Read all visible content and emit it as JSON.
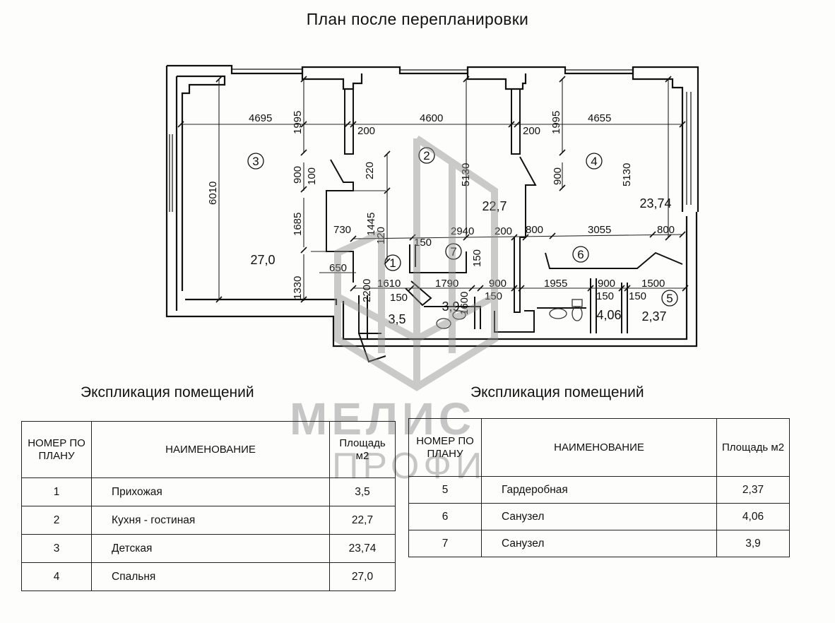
{
  "title": "План после перепланировки",
  "plan": {
    "rooms": [
      {
        "num": "3",
        "area": "27,0"
      },
      {
        "num": "2",
        "area": "22,7"
      },
      {
        "num": "4",
        "area": "23,74"
      },
      {
        "num": "1",
        "area": "3,5"
      },
      {
        "num": "7",
        "area": "3,9"
      },
      {
        "num": "6",
        "area": "4,06"
      },
      {
        "num": "5",
        "area": "2,37"
      }
    ],
    "dims": {
      "d4695": "4695",
      "d1995a": "1995",
      "d200a": "200",
      "d4600": "4600",
      "d200b": "200",
      "d1995b": "1995",
      "d4655": "4655",
      "d6010": "6010",
      "d900a": "900",
      "d100": "100",
      "d220": "220",
      "d5130a": "5130",
      "d900b": "900",
      "d5130b": "5130",
      "d1685": "1685",
      "d730": "730",
      "d1445": "1445",
      "d120": "120",
      "d2940": "2940",
      "d200c": "200",
      "d800a": "800",
      "d3055": "3055",
      "d800b": "800",
      "d150a": "150",
      "d150b": "150",
      "d650": "650",
      "d1330": "1330",
      "d2200": "2200",
      "d1610": "1610",
      "d1790": "1790",
      "d900c": "900",
      "d1955": "1955",
      "d900d": "900",
      "d1500": "1500",
      "d150c": "150",
      "d1600": "1600",
      "d150d": "150",
      "d150e": "150",
      "d150f": "150"
    }
  },
  "watermark": {
    "line1": "МЕЛИС",
    "line2": "ПРОФИ"
  },
  "explication_left": {
    "title": "Экспликация помещений",
    "headers": {
      "num": "НОМЕР ПО ПЛАНУ",
      "name": "НАИМЕНОВАНИЕ",
      "area": "Площадь м2"
    },
    "rows": [
      {
        "num": "1",
        "name": "Прихожая",
        "area": "3,5"
      },
      {
        "num": "2",
        "name": "Кухня - гостиная",
        "area": "22,7"
      },
      {
        "num": "3",
        "name": "Детская",
        "area": "23,74"
      },
      {
        "num": "4",
        "name": "Спальня",
        "area": "27,0"
      }
    ]
  },
  "explication_right": {
    "title": "Экспликация помещений",
    "headers": {
      "num": "НОМЕР ПО ПЛАНУ",
      "name": "НАИМЕНОВАНИЕ",
      "area": "Площадь м2"
    },
    "rows": [
      {
        "num": "5",
        "name": "Гардеробная",
        "area": "2,37"
      },
      {
        "num": "6",
        "name": "Санузел",
        "area": "4,06"
      },
      {
        "num": "7",
        "name": "Санузел",
        "area": "3,9"
      }
    ]
  }
}
